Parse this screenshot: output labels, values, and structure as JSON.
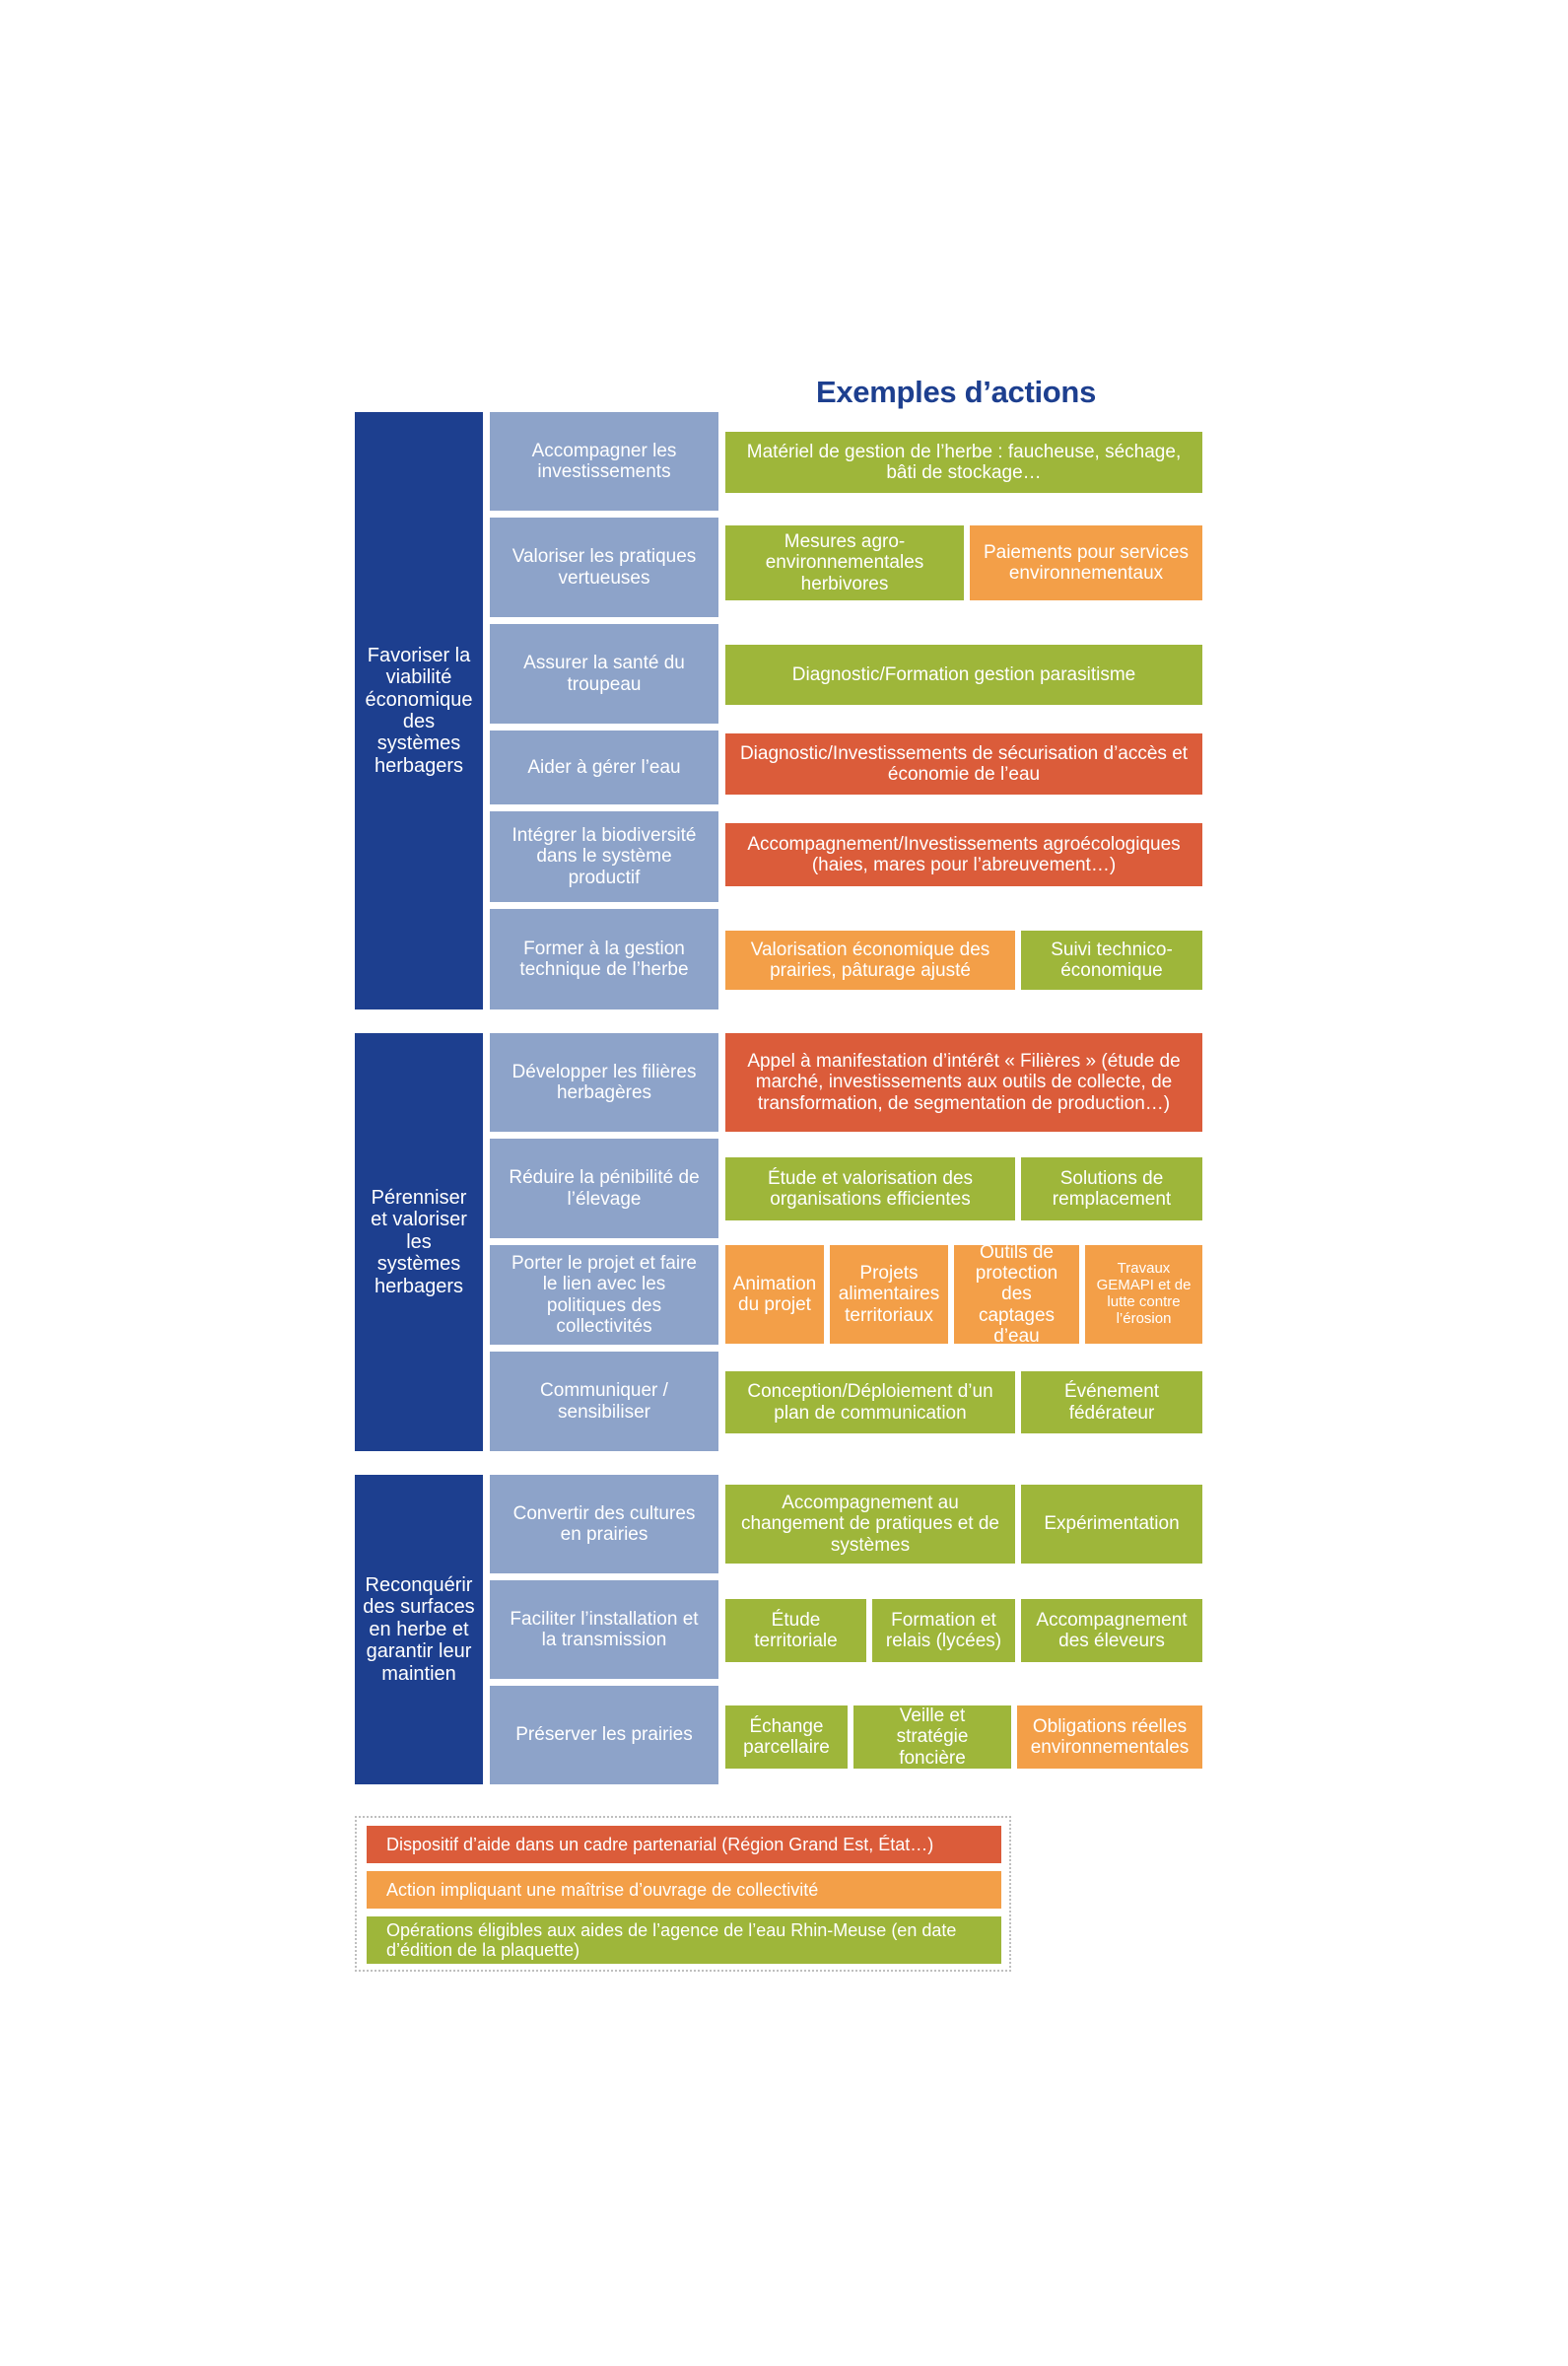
{
  "title": "Exemples d’actions",
  "colors": {
    "category": "#1d3f8f",
    "subcategory": "#8da3c9",
    "green": "#9eb63a",
    "orange": "#f39f48",
    "red": "#db5c3a",
    "title": "#1d3f8f"
  },
  "categories": [
    "Favoriser la viabilité économique des systèmes herbagers",
    "Pérenniser et valoriser les systèmes herbagers",
    "Reconquérir des surfaces en herbe et garantir leur maintien"
  ],
  "subs": [
    "Accompagner les investissements",
    "Valoriser les pratiques vertueuses",
    "Assurer la santé du troupeau",
    "Aider à gérer l’eau",
    "Intégrer la biodiversité dans le système productif",
    "Former à la gestion technique de l’herbe",
    "Développer les filières herbagères",
    "Réduire la pénibilité de l’élevage",
    "Porter le projet et faire le lien avec les politiques des collectivités",
    "Communiquer / sensibiliser",
    "Convertir des cultures en prairies",
    "Faciliter l’installation et la transmission",
    "Préserver les prairies"
  ],
  "actions": [
    "Matériel de gestion de l’herbe : faucheuse, séchage, bâti de stockage…",
    "Mesures agro-environnementales herbivores",
    "Paiements pour services environnementaux",
    "Diagnostic/Formation gestion parasitisme",
    "Diagnostic/Investissements de sécurisation d’accès et économie de l’eau",
    "Accompagnement/Investissements agroécologiques (haies, mares pour l’abreuvement…)",
    "Valorisation économique des prairies, pâturage ajusté",
    "Suivi technico-économique",
    "Appel à manifestation d’intérêt « Filières » (étude de marché, investissements aux outils de collecte, de transformation, de segmentation de production…)",
    "Étude et valorisation des organisations efficientes",
    "Solutions de remplacement",
    "Animation du projet",
    "Projets alimentaires territoriaux",
    "Outils de protection des captages d’eau",
    "Travaux GEMAPI et de lutte contre l’érosion",
    "Conception/Déploiement d’un plan de communication",
    "Événement fédérateur",
    "Accompagnement au changement de pratiques et de systèmes",
    "Expérimentation",
    "Étude territoriale",
    "Formation et relais (lycées)",
    "Accompagnement des éleveurs",
    "Échange parcellaire",
    "Veille et stratégie foncière",
    "Obligations réelles environnementales"
  ],
  "legend": [
    "Dispositif d’aide dans un cadre partenarial (Région Grand Est, État…)",
    "Action impliquant une maîtrise d’ouvrage de collectivité",
    "Opérations éligibles aux aides de l’agence de l’eau Rhin-Meuse (en date d’édition de la plaquette)"
  ]
}
